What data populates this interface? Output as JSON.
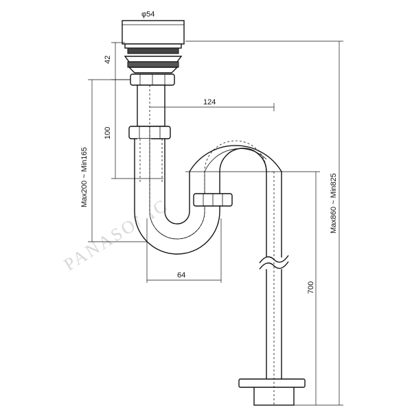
{
  "watermark": "PANASONIC",
  "dimensions": {
    "outlet_diameter": "φ54",
    "flange_height": "42",
    "insertion_length": "100",
    "trap_adjust_range": "Max200 ~ Min165",
    "horizontal_offset": "124",
    "trap_width": "64",
    "drain_pipe_length": "700",
    "overall_height_range": "Max860 ~ Min825"
  }
}
